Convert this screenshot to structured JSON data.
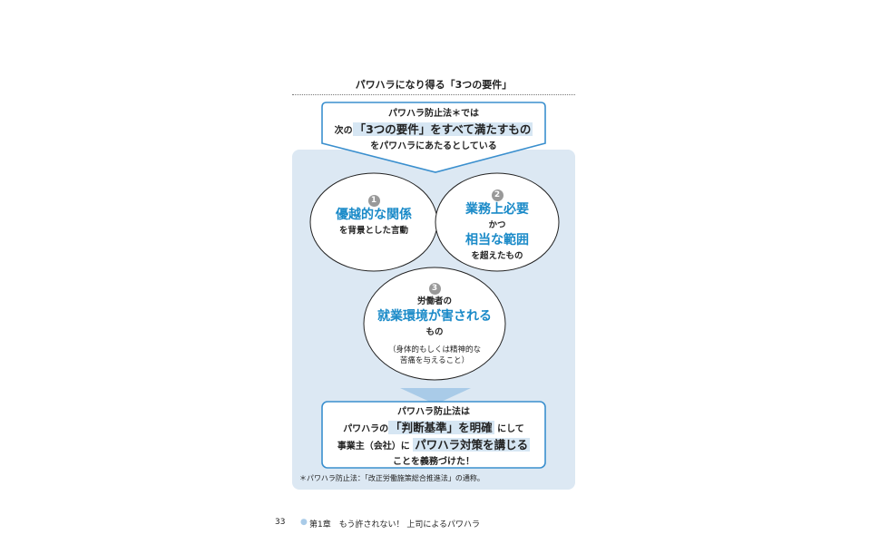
{
  "title": "パワハラになり得る「3つの要件」",
  "intro": {
    "line1": "パワハラ防止法＊では",
    "line2_pre": "次の",
    "line2_hl": "「3つの要件」をすべて満たすもの",
    "line3": "をパワハラにあたるとしている"
  },
  "requirements": [
    {
      "num": "1",
      "main": "優越的な関係",
      "sub": "を背景とした言動"
    },
    {
      "num": "2",
      "main": "業務上必要",
      "mid": "かつ",
      "main2": "相当な範囲",
      "sub": "を超えたもの"
    },
    {
      "num": "3",
      "pre": "労働者の",
      "main": "就業環境が害される",
      "sub": "もの",
      "note1": "（身体的もしくは精神的な",
      "note2": "苦痛を与えること）"
    }
  ],
  "conclusion": {
    "line1": "パワハラ防止法は",
    "line2_pre": "パワハラの",
    "line2_hl": "「判断基準」を明確",
    "line2_post": "にして",
    "line3_pre": "事業主（会社）に",
    "line3_hl": "パワハラ対策を講じる",
    "line4": "ことを義務づけた！"
  },
  "footnote": "＊パワハラ防止法：「改正労働施策総合推進法」の通称。",
  "footer": {
    "page": "33",
    "chapter": "第1章　もう許されない！ 上司によるパワハラ"
  },
  "colors": {
    "accent": "#1a8ac8",
    "panel": "#dce8f3",
    "border": "#3a8fce"
  }
}
